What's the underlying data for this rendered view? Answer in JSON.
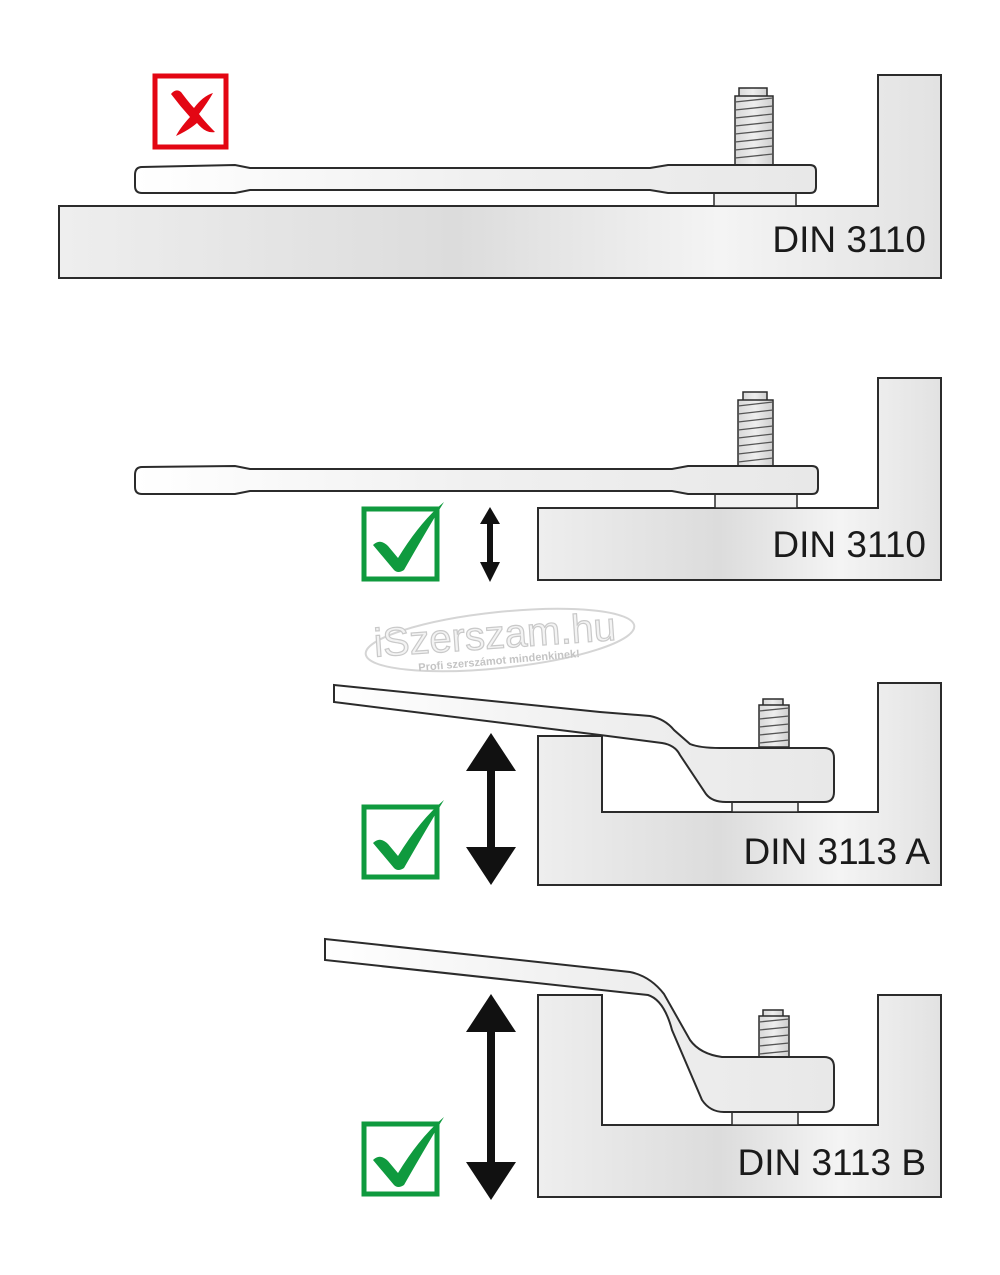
{
  "title": "Wrench clearance comparison: DIN 3110 vs DIN 3113 A / B",
  "panels": [
    {
      "id": "panel-1",
      "standard": "DIN 3110",
      "verdict": "incorrect",
      "verdict_icon": "red-x-icon",
      "clearance_arrow": "none"
    },
    {
      "id": "panel-2",
      "standard": "DIN 3110",
      "verdict": "correct",
      "verdict_icon": "green-check-icon",
      "clearance_arrow": "small"
    },
    {
      "id": "panel-3",
      "standard": "DIN 3113 A",
      "verdict": "correct",
      "verdict_icon": "green-check-icon",
      "clearance_arrow": "medium"
    },
    {
      "id": "panel-4",
      "standard": "DIN 3113 B",
      "verdict": "correct",
      "verdict_icon": "green-check-icon",
      "clearance_arrow": "large"
    }
  ],
  "watermark": {
    "brand": "iSzerszam.hu",
    "tagline": "Profi szerszámot mindenkinek!"
  },
  "colors": {
    "incorrect": "#e30613",
    "correct": "#0f9a3e",
    "outline": "#2b2b2b",
    "arrow": "#111111"
  }
}
